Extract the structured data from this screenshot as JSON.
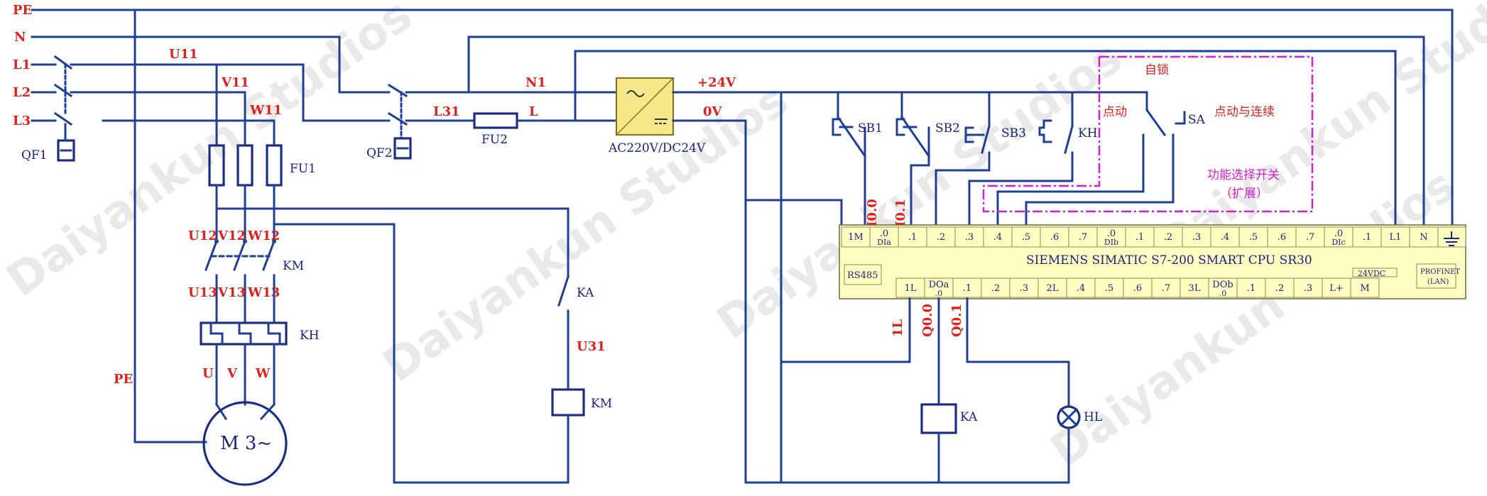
{
  "power": {
    "pe": "PE",
    "n": "N",
    "l1": "L1",
    "l2": "L2",
    "l3": "L3",
    "qf1": "QF1",
    "qf2": "QF2",
    "u11": "U11",
    "v11": "V11",
    "w11": "W11",
    "fu1": "FU1",
    "u12": "U12",
    "v12": "V12",
    "w12": "W12",
    "km_contact": "KM",
    "u13": "U13",
    "v13": "V13",
    "w13": "W13",
    "kh_relay": "KH",
    "u": "U",
    "v": "V",
    "w": "W",
    "pe_motor": "PE",
    "motor": "M 3~"
  },
  "control": {
    "ka_contact": "KA",
    "u31": "U31",
    "km_coil": "KM",
    "l31": "L31",
    "fu2": "FU2",
    "l": "L",
    "n1": "N1",
    "psu_label": "AC220V/DC24V",
    "plus24": "+24V",
    "zero_v": "0V"
  },
  "inputs": {
    "sb1": "SB1",
    "sb2": "SB2",
    "sb3": "SB3",
    "kh": "KH",
    "sa": "SA",
    "i00": "I0.0",
    "i01": "I0.1",
    "self_lock": "自锁",
    "jog": "点动",
    "jog_cont": "点动与连续",
    "func_select": "功能选择开关",
    "expand": "（扩展）"
  },
  "plc": {
    "name": "SIEMENS SIMATIC S7-200 SMART CPU SR30",
    "rs485": "RS485",
    "profinet_1": "PROFINET",
    "profinet_2": "(LAN)",
    "dc24": "24VDC",
    "top_pins": [
      "1M",
      ".0",
      ".1",
      ".2",
      ".3",
      ".4",
      ".5",
      ".6",
      ".7",
      ".0",
      ".1",
      ".2",
      ".3",
      ".4",
      ".5",
      ".6",
      ".7",
      ".0",
      ".1",
      "L1",
      "N"
    ],
    "top_sub": [
      "",
      "DIa",
      "",
      "",
      "",
      "",
      "",
      "",
      "",
      "DIb",
      "",
      "",
      "",
      "",
      "",
      "",
      "",
      "DIc",
      "",
      "",
      ""
    ],
    "bottom_pins": [
      "1L",
      "DOa",
      ".1",
      ".2",
      ".3",
      "2L",
      ".4",
      ".5",
      ".6",
      ".7",
      "3L",
      "DOb",
      ".1",
      ".2",
      ".3",
      "L+",
      "M"
    ],
    "bottom_sub": [
      "",
      ".0",
      "",
      "",
      "",
      "",
      "",
      "",
      "",
      "",
      "",
      ".0",
      "",
      "",
      "",
      "",
      ""
    ]
  },
  "outputs": {
    "one_l": "1L",
    "q00": "Q0.0",
    "q01": "Q0.1",
    "ka_coil": "KA",
    "hl": "HL"
  },
  "watermark": "Daiyankun Studios",
  "colors": {
    "wire": "#1f3f96",
    "label": "#e0201a",
    "annotation": "#d81bd8",
    "plc_fill": "#fffdc0",
    "psu_fill": "#f7e88a"
  }
}
